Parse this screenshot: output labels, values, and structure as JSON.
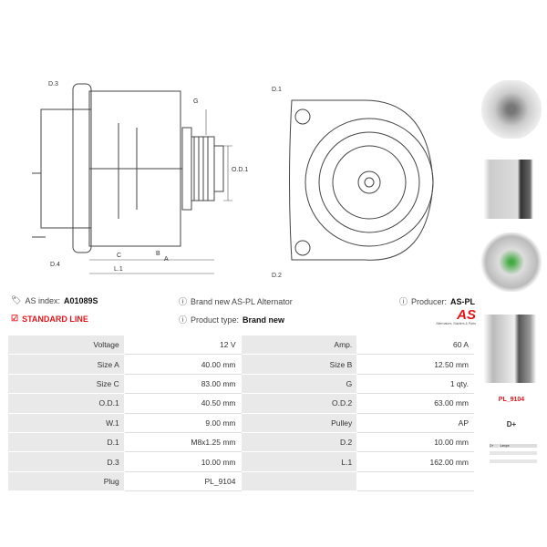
{
  "drawing": {
    "side_labels": [
      "D.3",
      "G",
      "O.D.1",
      "D.4",
      "C",
      "B",
      "A",
      "L.1"
    ],
    "front_labels": [
      "D.1",
      "D.2"
    ]
  },
  "info": {
    "as_index_label": "AS index:",
    "as_index": "A01089S",
    "line": "STANDARD LINE",
    "description": "Brand new AS-PL Alternator",
    "product_type_label": "Product type:",
    "product_type": "Brand new",
    "producer_label": "Producer:",
    "producer": "AS-PL",
    "logo_text": "AS",
    "logo_tagline": "Alternators, Starters & Parts"
  },
  "specs": [
    [
      "Voltage",
      "12 V",
      "Amp.",
      "60 A"
    ],
    [
      "Size A",
      "40.00 mm",
      "Size B",
      "12.50 mm"
    ],
    [
      "Size C",
      "83.00 mm",
      "G",
      "1 qty."
    ],
    [
      "O.D.1",
      "40.50 mm",
      "O.D.2",
      "63.00 mm"
    ],
    [
      "W.1",
      "9.00 mm",
      "Pulley",
      "AP"
    ],
    [
      "D.1",
      "M8x1.25 mm",
      "D.2",
      "10.00 mm"
    ],
    [
      "D.3",
      "10.00 mm",
      "L.1",
      "162.00 mm"
    ],
    [
      "Plug",
      "PL_9104",
      "",
      ""
    ]
  ],
  "plug": {
    "name": "PL_9104",
    "terminal": "D+",
    "table_cell1": "D+",
    "table_cell2": "Lampe"
  },
  "colors": {
    "accent": "#e3161b",
    "label_bg": "#e9e9e9"
  }
}
